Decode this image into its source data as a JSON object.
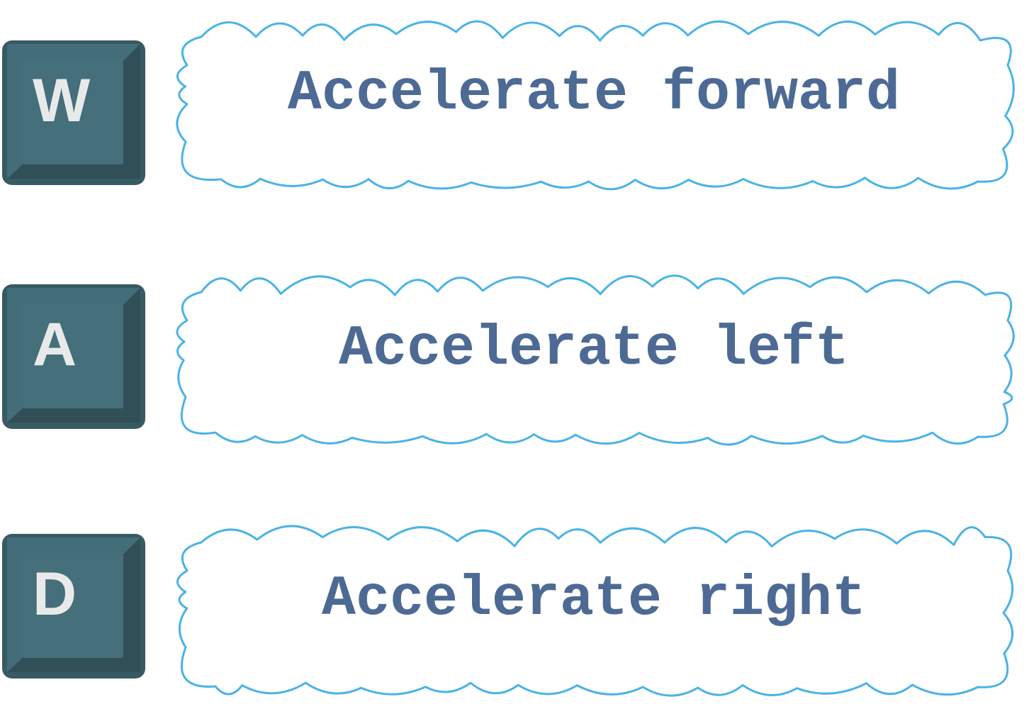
{
  "controls": [
    {
      "key": "W",
      "action": "Accelerate forward"
    },
    {
      "key": "A",
      "action": "Accelerate left"
    },
    {
      "key": "D",
      "action": "Accelerate right"
    }
  ],
  "colors": {
    "key_face": "#456f7a",
    "key_side": "#375a63",
    "key_letter": "#e8eaea",
    "cloud_outline": "#4ab3e6",
    "text": "#4d6a95"
  }
}
